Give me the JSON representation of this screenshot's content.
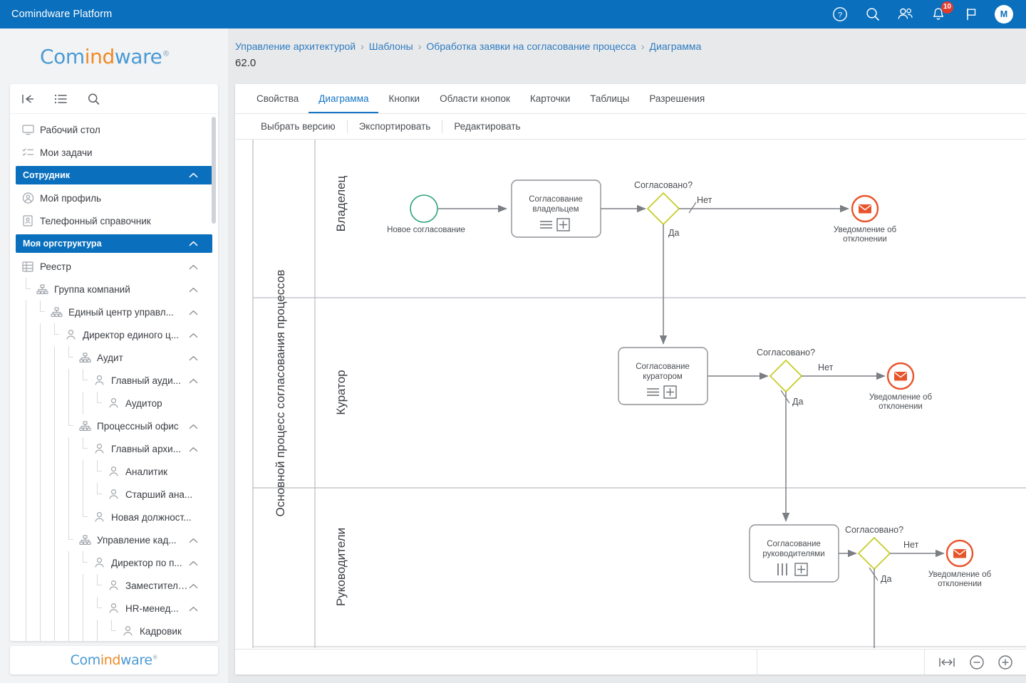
{
  "topbar": {
    "title": "Comindware Platform",
    "icons": [
      {
        "name": "help-icon",
        "label": "?"
      },
      {
        "name": "search-icon",
        "label": ""
      },
      {
        "name": "people-icon",
        "label": ""
      },
      {
        "name": "notifications-bell-icon",
        "label": "",
        "badge": "10"
      },
      {
        "name": "flag-icon",
        "label": ""
      }
    ],
    "avatar_initial": "M",
    "accent_color": "#0a6fbd",
    "badge_color": "#e23b2e"
  },
  "brand": {
    "part1": "Com",
    "part2": "ind",
    "part3": "ware",
    "registered": "®"
  },
  "sidebar": {
    "tools": [
      "collapse-panel-icon",
      "list-icon",
      "search-icon"
    ],
    "items": [
      {
        "type": "item",
        "label": "Рабочий стол",
        "icon": "desktop-icon",
        "indent": 0,
        "chevron": false
      },
      {
        "type": "item",
        "label": "Мои задачи",
        "icon": "checklist-icon",
        "indent": 0,
        "chevron": false
      },
      {
        "type": "group",
        "label": "Сотрудник",
        "chevron": "up"
      },
      {
        "type": "item",
        "label": "Мой профиль",
        "icon": "user-circle-icon",
        "indent": 0,
        "chevron": false
      },
      {
        "type": "item",
        "label": "Телефонный справочник",
        "icon": "contact-card-icon",
        "indent": 0,
        "chevron": false
      },
      {
        "type": "group",
        "label": "Моя оргструктура",
        "chevron": "up"
      },
      {
        "type": "item",
        "label": "Реестр",
        "icon": "table-icon",
        "indent": 0,
        "chevron": "up"
      },
      {
        "type": "item",
        "label": "Группа компаний",
        "icon": "org-icon",
        "indent": 1,
        "chevron": "up"
      },
      {
        "type": "item",
        "label": "Единый центр управл...",
        "icon": "org-icon",
        "indent": 2,
        "chevron": "up"
      },
      {
        "type": "item",
        "label": "Директор единого ц...",
        "icon": "person-icon",
        "indent": 3,
        "chevron": "up"
      },
      {
        "type": "item",
        "label": "Аудит",
        "icon": "org-icon",
        "indent": 4,
        "chevron": "up"
      },
      {
        "type": "item",
        "label": "Главный ауди...",
        "icon": "person-icon",
        "indent": 5,
        "chevron": "up"
      },
      {
        "type": "item",
        "label": "Аудитор",
        "icon": "person-icon",
        "indent": 6,
        "chevron": false
      },
      {
        "type": "item",
        "label": "Процессный офис",
        "icon": "org-icon",
        "indent": 4,
        "chevron": "up"
      },
      {
        "type": "item",
        "label": "Главный архи...",
        "icon": "person-icon",
        "indent": 5,
        "chevron": "up"
      },
      {
        "type": "item",
        "label": "Аналитик",
        "icon": "person-icon",
        "indent": 6,
        "chevron": false
      },
      {
        "type": "item",
        "label": "Старший ана...",
        "icon": "person-icon",
        "indent": 6,
        "chevron": false
      },
      {
        "type": "item",
        "label": "Новая должност...",
        "icon": "person-icon",
        "indent": 5,
        "chevron": false
      },
      {
        "type": "item",
        "label": "Управление кад...",
        "icon": "org-icon",
        "indent": 4,
        "chevron": "up"
      },
      {
        "type": "item",
        "label": "Директор по п...",
        "icon": "person-icon",
        "indent": 5,
        "chevron": "up"
      },
      {
        "type": "item",
        "label": "Заместитель...",
        "icon": "person-icon",
        "indent": 6,
        "chevron": "up"
      },
      {
        "type": "item",
        "label": "HR-менед...",
        "icon": "person-icon",
        "indent": 6,
        "chevron": "up"
      },
      {
        "type": "item",
        "label": "Кадровик",
        "icon": "person-icon",
        "indent": 7,
        "chevron": false
      }
    ]
  },
  "breadcrumb": {
    "items": [
      "Управление архитектурой",
      "Шаблоны",
      "Обработка заявки на согласование процесса",
      "Диаграмма"
    ],
    "separator": "›",
    "version": "62.0"
  },
  "tabs": [
    {
      "label": "Свойства",
      "active": false
    },
    {
      "label": "Диаграмма",
      "active": true
    },
    {
      "label": "Кнопки",
      "active": false
    },
    {
      "label": "Области кнопок",
      "active": false
    },
    {
      "label": "Карточки",
      "active": false
    },
    {
      "label": "Таблицы",
      "active": false
    },
    {
      "label": "Разрешения",
      "active": false
    }
  ],
  "subbar": [
    {
      "label": "Выбрать версию"
    },
    {
      "label": "Экспортировать"
    },
    {
      "label": "Редактировать"
    }
  ],
  "diagram": {
    "pool_label": "Основной процесс согласования процессов",
    "lanes": [
      "Владелец",
      "Куратор",
      "Руководители"
    ],
    "start_event_label": "Новое согласование",
    "tasks": [
      {
        "line1": "Согласование",
        "line2": "владельцем",
        "marker": "loop-and-subprocess"
      },
      {
        "line1": "Согласование",
        "line2": "куратором",
        "marker": "loop-and-subprocess"
      },
      {
        "line1": "Согласование",
        "line2": "руководителями",
        "marker": "parallel-and-subprocess"
      }
    ],
    "gateway_label": "Согласовано?",
    "flow_yes": "Да",
    "flow_no": "Нет",
    "end_event_line1": "Уведомление об",
    "end_event_line2": "отклонении",
    "colors": {
      "start": "#2aa37a",
      "gateway": "#c8cc29",
      "end": "#e8542a",
      "connector": "#7b7f85",
      "task_border": "#8d9196"
    }
  },
  "bottom_toolbar": [
    {
      "name": "fit-to-width-icon"
    },
    {
      "name": "zoom-out-icon"
    },
    {
      "name": "zoom-in-icon"
    }
  ]
}
